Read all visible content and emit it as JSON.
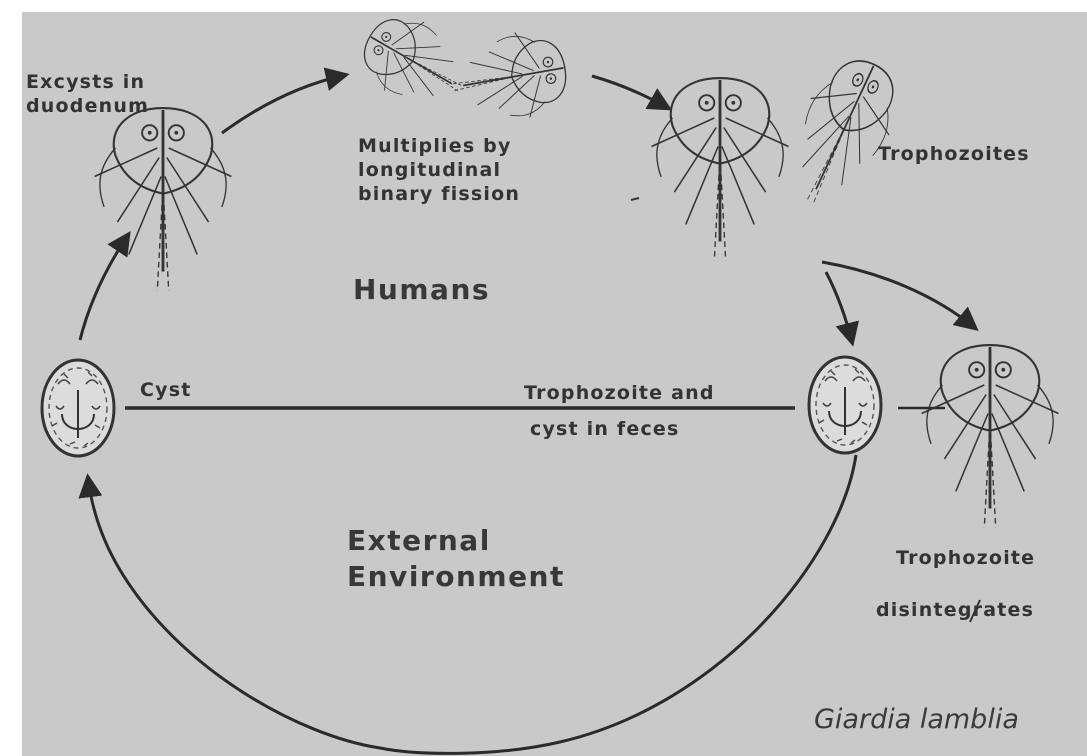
{
  "labels": {
    "excysts": [
      "Excysts in",
      "duodenum"
    ],
    "multiplies": [
      "Multiplies by",
      "longitudinal",
      "binary fission"
    ],
    "trophozoites": "Trophozoites",
    "humans": "Humans",
    "cyst": "Cyst",
    "troph_cyst_feces": [
      "Trophozoite and",
      "cyst in feces"
    ],
    "external": [
      "External",
      "Environment"
    ],
    "troph_disintegrates": [
      "Trophozoite",
      "disintegrates"
    ],
    "species": "Giardia lamblia"
  },
  "colors": {
    "background": "#c9c9c9",
    "line": "#2a2a2a",
    "text": "#333333"
  }
}
